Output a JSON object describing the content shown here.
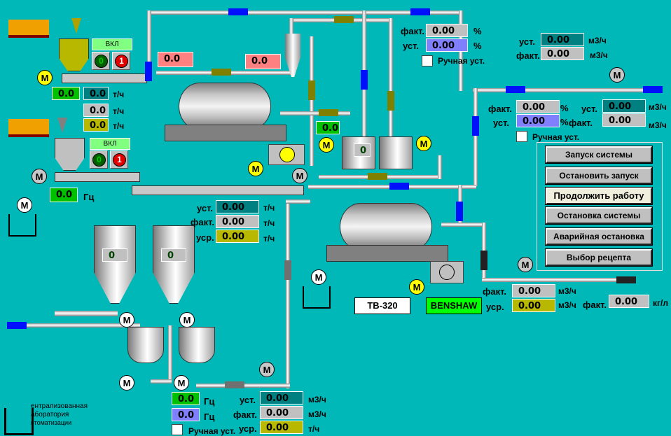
{
  "feeder1": {
    "toggle_label": "ВКЛ",
    "btn_off": "0",
    "btn_on": "1",
    "speed": "0.0",
    "set": "0.0",
    "fact": "0.0",
    "sum": "0.0",
    "unit": "т/ч"
  },
  "feeder2": {
    "toggle_label": "ВКЛ",
    "btn_off": "0",
    "btn_on": "1",
    "freq": "0.0",
    "freq_unit": "Гц"
  },
  "mill1": {
    "inlet_temp": "0.0",
    "outlet_temp": "0.0"
  },
  "tank_pump_freq": "0.0",
  "mixing_tank_level": "0",
  "silos": [
    {
      "level": "0"
    },
    {
      "level": "0"
    }
  ],
  "valve_top": {
    "fact_label": "факт.",
    "fact": "0.00",
    "set_label": "уст.",
    "set": "0.00",
    "unit": "%",
    "manual_label": "Ручная уст."
  },
  "flow_top": {
    "set_label": "уст.",
    "set": "0.00",
    "fact_label": "факт.",
    "fact": "0.00",
    "unit": "м3/ч"
  },
  "valve_right": {
    "fact_label": "факт.",
    "fact": "0.00",
    "set_label": "уст.",
    "set": "0.00",
    "unit": "%",
    "manual_label": "Ручная уст."
  },
  "flow_right": {
    "set_label": "уст.",
    "set": "0.00",
    "fact_label": "факт.",
    "fact": "0.00",
    "unit": "м3/ч"
  },
  "conveyor_flow": {
    "set_label": "уст.",
    "set": "0.00",
    "fact_label": "факт.",
    "fact": "0.00",
    "avg_label": "уср.",
    "avg": "0.00",
    "unit": "т/ч"
  },
  "outlet_flow": {
    "fact_label": "факт.",
    "fact": "0.00",
    "avg_label": "уср.",
    "avg": "0.00",
    "unit": "м3/ч",
    "density_label": "факт.",
    "density": "0.00",
    "density_unit": "кг/л"
  },
  "bottom_pump": {
    "freq1": "0.0",
    "freq2": "0.0",
    "freq_unit": "Гц",
    "manual_label": "Ручная уст.",
    "set_label": "уст.",
    "set": "0.00",
    "fact_label": "факт.",
    "fact": "0.00",
    "avg_label": "уср.",
    "avg": "0.00",
    "unit_flow": "м3/ч",
    "unit_mass": "т/ч"
  },
  "drive": {
    "model": "TB-320",
    "starter": "BENSHAW"
  },
  "controls": {
    "start": "Запуск системы",
    "stop_start": "Остановить запуск",
    "continue": "Продолжить работу",
    "stop_system": "Остановка системы",
    "emergency": "Аварийная остановка",
    "recipe": "Выбор рецепта"
  },
  "motor_label": "M",
  "logo": {
    "line1": "ентрализованная",
    "line2": "аборатория",
    "line3": "втоматизации"
  }
}
